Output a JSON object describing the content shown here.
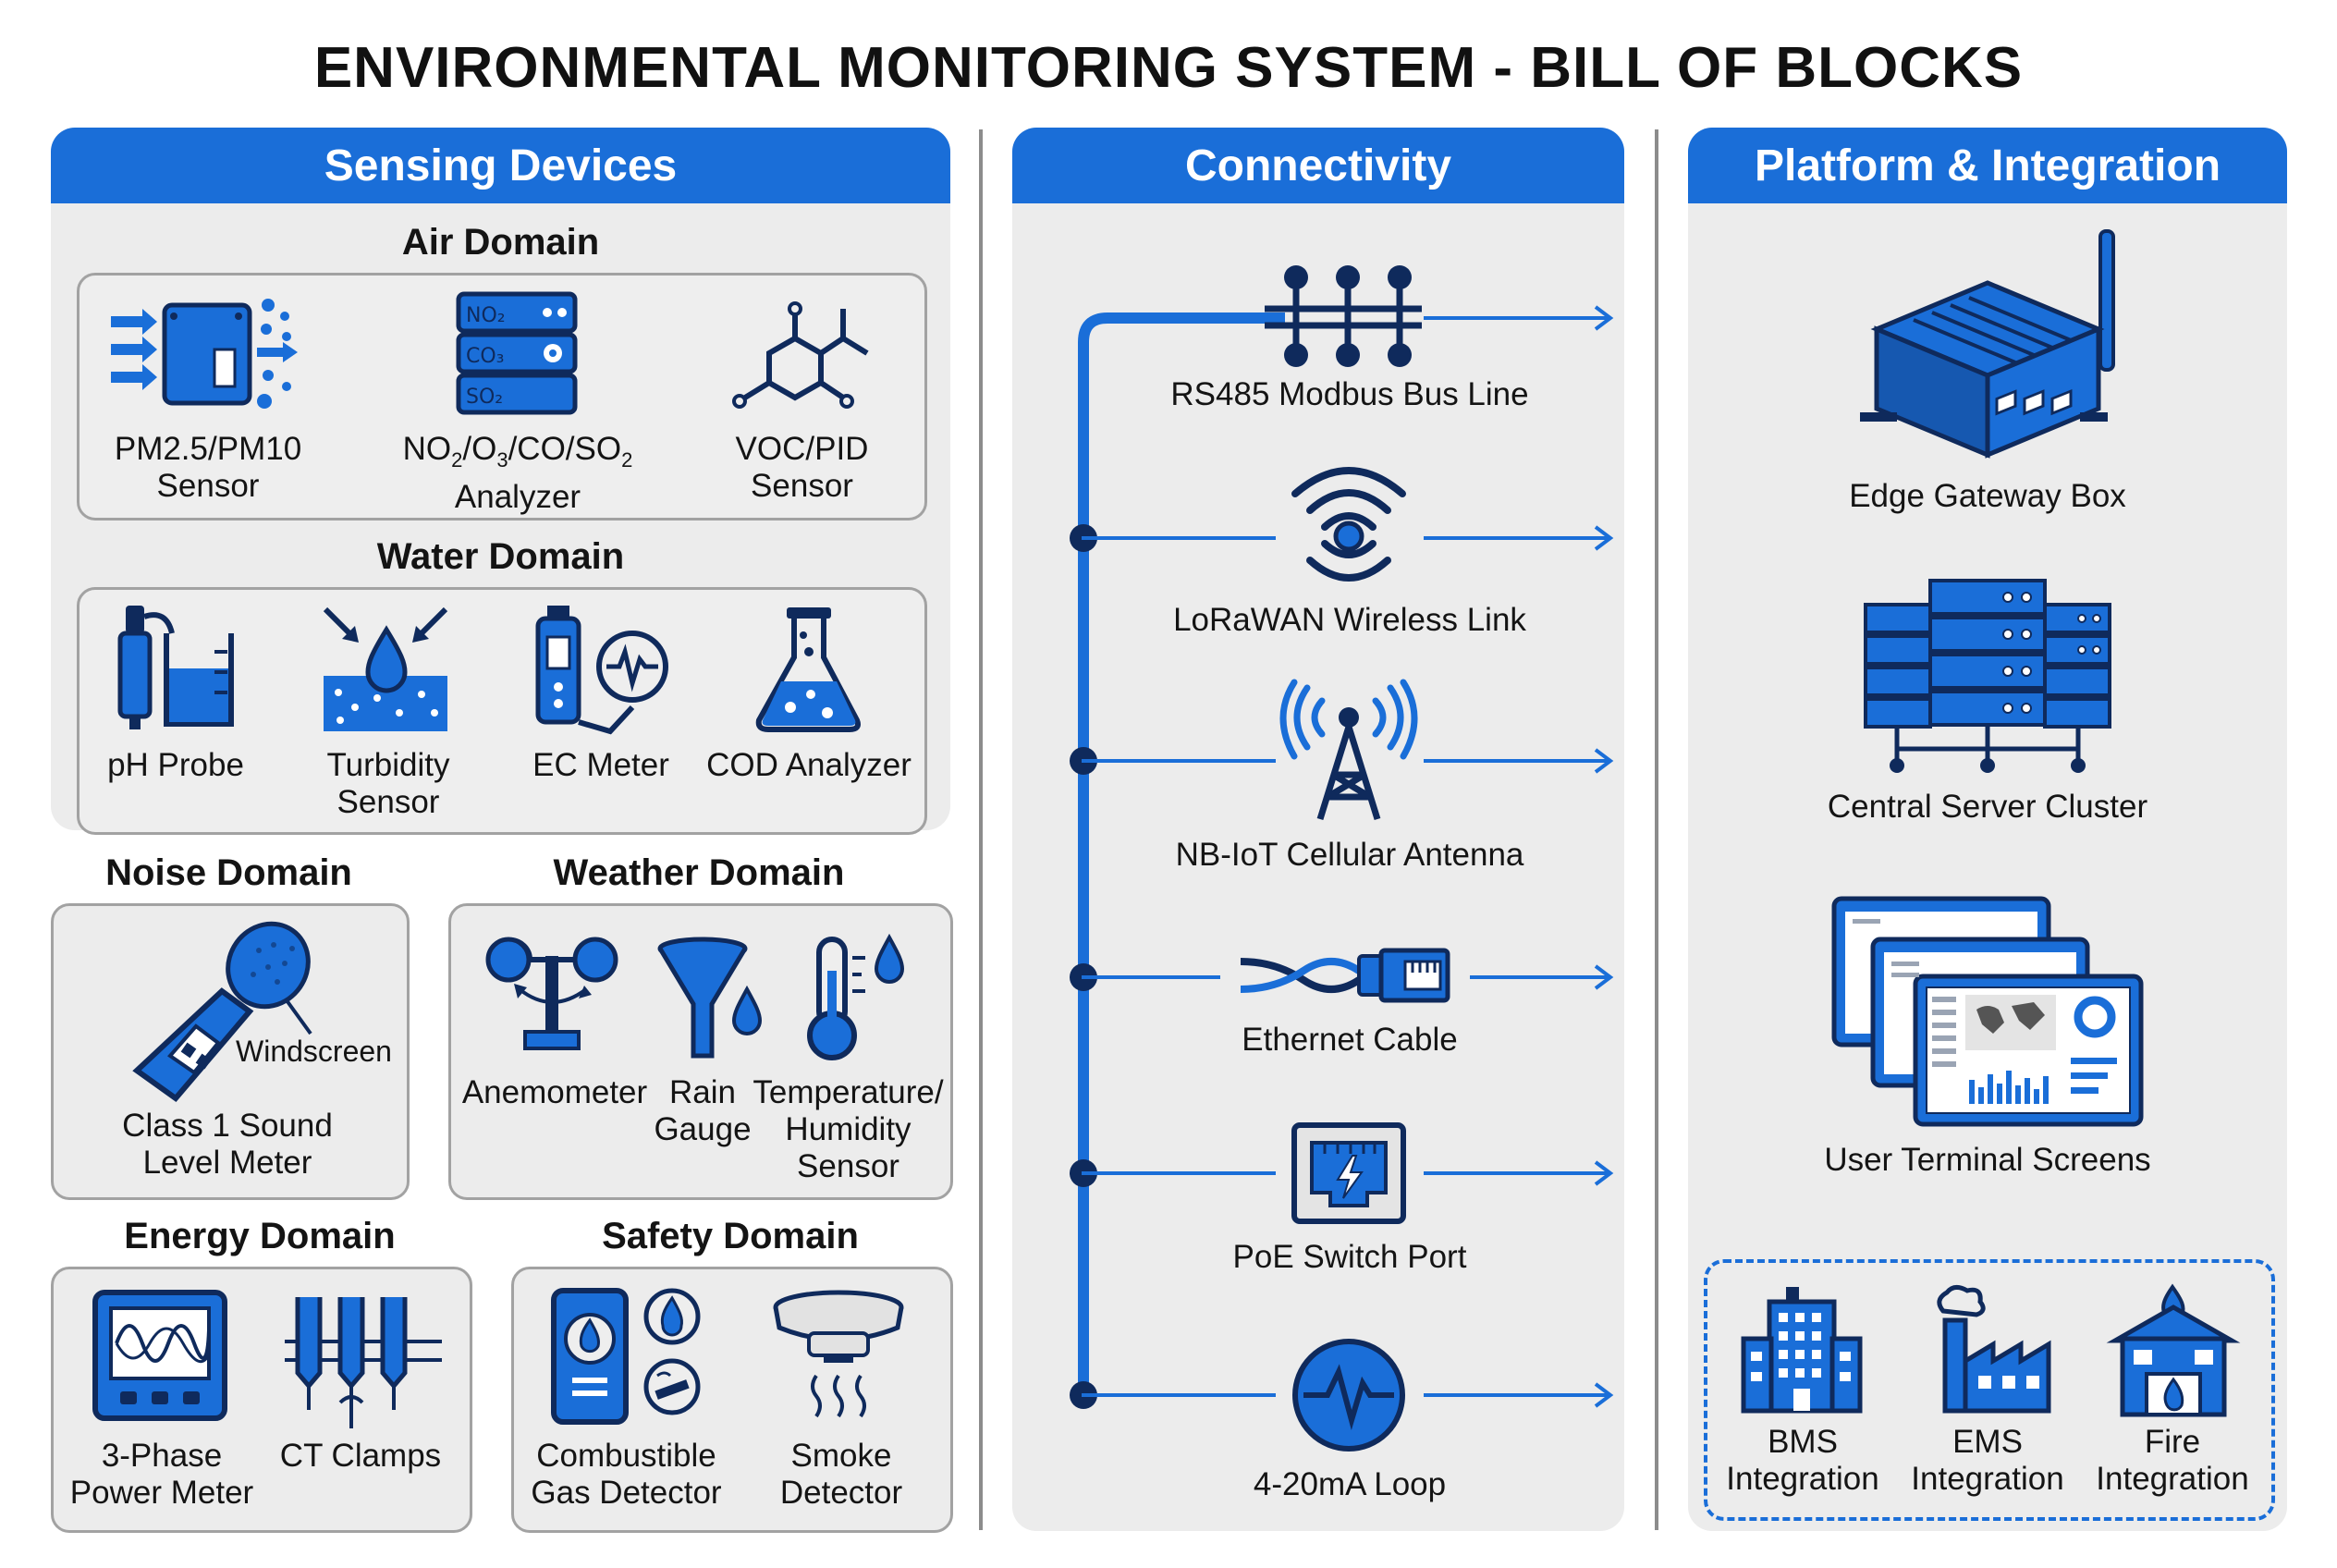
{
  "title": "ENVIRONMENTAL MONITORING SYSTEM - BILL OF BLOCKS",
  "colors": {
    "accent": "#1a6ed8",
    "dark": "#0f2a5c",
    "panel": "#ececec"
  },
  "sensing": {
    "header": "Sensing Devices",
    "air": {
      "title": "Air Domain",
      "items": [
        {
          "line1": "PM2.5/PM10",
          "line2": "Sensor",
          "icon": "particle-sensor-icon"
        },
        {
          "line1_a": "NO",
          "line1_b": "2",
          "line1_c": "/O",
          "line1_d": "3",
          "line1_e": "/CO/SO",
          "line1_f": "2",
          "line2": "Analyzer",
          "icon": "gas-analyzer-icon",
          "tags": [
            "NO₂",
            "CO₃",
            "SO₂"
          ]
        },
        {
          "line1": "VOC/PID",
          "line2": "Sensor",
          "icon": "molecule-icon"
        }
      ]
    },
    "water": {
      "title": "Water Domain",
      "items": [
        {
          "line1": "pH Probe",
          "line2": "",
          "icon": "ph-probe-icon"
        },
        {
          "line1": "Turbidity",
          "line2": "Sensor",
          "icon": "turbidity-icon"
        },
        {
          "line1": "EC Meter",
          "line2": "",
          "icon": "ec-meter-icon"
        },
        {
          "line1": "COD Analyzer",
          "line2": "",
          "icon": "flask-icon"
        }
      ]
    },
    "noise": {
      "title": "Noise Domain",
      "windscreen": "Windscreen",
      "line1": "Class 1 Sound",
      "line2": "Level Meter"
    },
    "weather": {
      "title": "Weather Domain",
      "items": [
        {
          "line1": "Anemometer",
          "line2": "",
          "line3": ""
        },
        {
          "line1": "Rain",
          "line2": "Gauge",
          "line3": ""
        },
        {
          "line1": "Temperature/",
          "line2": "Humidity",
          "line3": "Sensor"
        }
      ]
    },
    "energy": {
      "title": "Energy Domain",
      "items": [
        {
          "line1": "3-Phase",
          "line2": "Power Meter"
        },
        {
          "line1": "CT Clamps",
          "line2": ""
        }
      ]
    },
    "safety": {
      "title": "Safety Domain",
      "items": [
        {
          "line1": "Combustible",
          "line2": "Gas Detector"
        },
        {
          "line1": "Smoke",
          "line2": "Detector"
        }
      ]
    }
  },
  "connectivity": {
    "header": "Connectivity",
    "items": [
      {
        "label": "RS485 Modbus Bus Line",
        "icon": "bus-line-icon"
      },
      {
        "label": "LoRaWAN Wireless Link",
        "icon": "wireless-icon"
      },
      {
        "label": "NB-IoT Cellular Antenna",
        "icon": "cell-tower-icon"
      },
      {
        "label": "Ethernet Cable",
        "icon": "ethernet-cable-icon"
      },
      {
        "label": "PoE Switch Port",
        "icon": "poe-port-icon"
      },
      {
        "label": "4-20mA Loop",
        "icon": "signal-loop-icon"
      }
    ]
  },
  "platform": {
    "header": "Platform & Integration",
    "items": [
      {
        "label": "Edge Gateway Box",
        "icon": "gateway-icon"
      },
      {
        "label": "Central Server Cluster",
        "icon": "server-cluster-icon"
      },
      {
        "label": "User Terminal Screens",
        "icon": "dashboard-screens-icon"
      }
    ],
    "integrations": [
      {
        "line1": "BMS",
        "line2": "Integration",
        "icon": "building-icon"
      },
      {
        "line1": "EMS",
        "line2": "Integration",
        "icon": "factory-icon"
      },
      {
        "line1": "Fire",
        "line2": "Integration",
        "icon": "fire-station-icon"
      }
    ]
  }
}
